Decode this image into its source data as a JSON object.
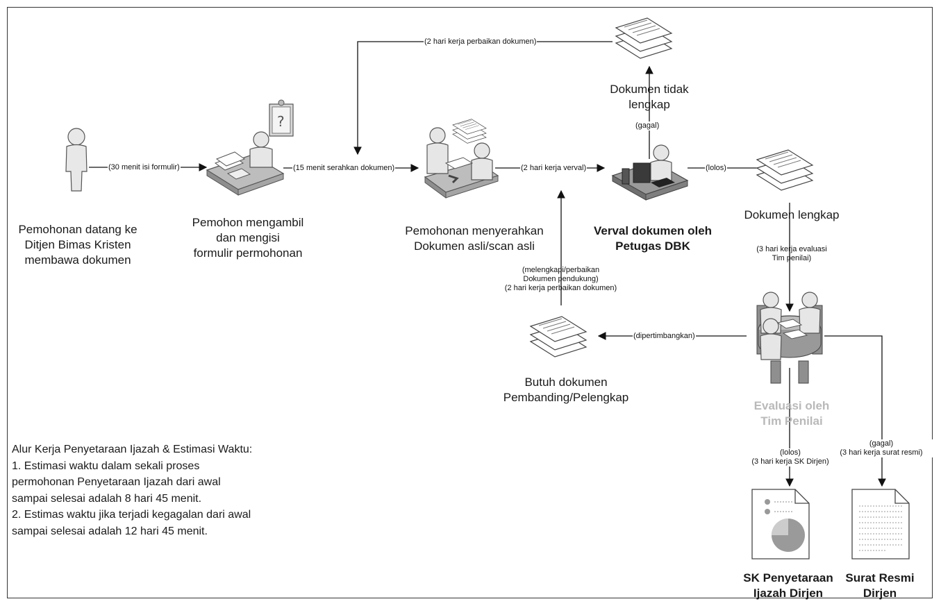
{
  "nodes": {
    "applicant": "Pemohonan datang ke\nDitjen Bimas Kristen\nmembawa dokumen",
    "fill_form": "Pemohon mengambil\ndan mengisi\nformulir permohonan",
    "submit_docs": "Pemohonan menyerahkan\nDokumen asli/scan asli",
    "verval": "Verval dokumen oleh\nPetugas DBK",
    "docs_incomplete": "Dokumen tidak\nlengkap",
    "docs_complete": "Dokumen lengkap",
    "need_docs": "Butuh dokumen\nPembanding/Pelengkap",
    "evaluation": "Evaluasi oleh\nTim Penilai",
    "sk_output": "SK Penyetaraan\nIjazah Dirjen",
    "letter_output": "Surat Resmi\nDirjen"
  },
  "edges": {
    "fill_form_time": "(30 menit isi formulir)",
    "submit_time": "(15 menit serahkan dokumen)",
    "verval_time": "(2 hari kerja verval)",
    "fix_docs_time": "(2 hari kerja perbaikan dokumen)",
    "fail": "(gagal)",
    "pass": "(lolos)",
    "eval_time": "(3 hari kerja evaluasi\nTim penilai)",
    "considered": "(dipertimbangkan)",
    "supplement": "(melengkapi/perbaikan\nDokumen pendukung)\n(2 hari kerja perbaikan dokumen)",
    "sk_pass": "(lolos)\n(3 hari kerja SK Dirjen)",
    "letter_fail": "(gagal)\n(3 hari kerja surat resmi)"
  },
  "notes": [
    "Alur Kerja Penyetaraan Ijazah & Estimasi Waktu:",
    "1. Estimasi waktu dalam sekali proses",
    "permohonan Penyetaraan Ijazah dari awal",
    "sampai selesai adalah 8 hari 45 menit.",
    "2. Estimas waktu jika terjadi kegagalan dari awal",
    "sampai selesai adalah 12 hari 45 menit."
  ]
}
